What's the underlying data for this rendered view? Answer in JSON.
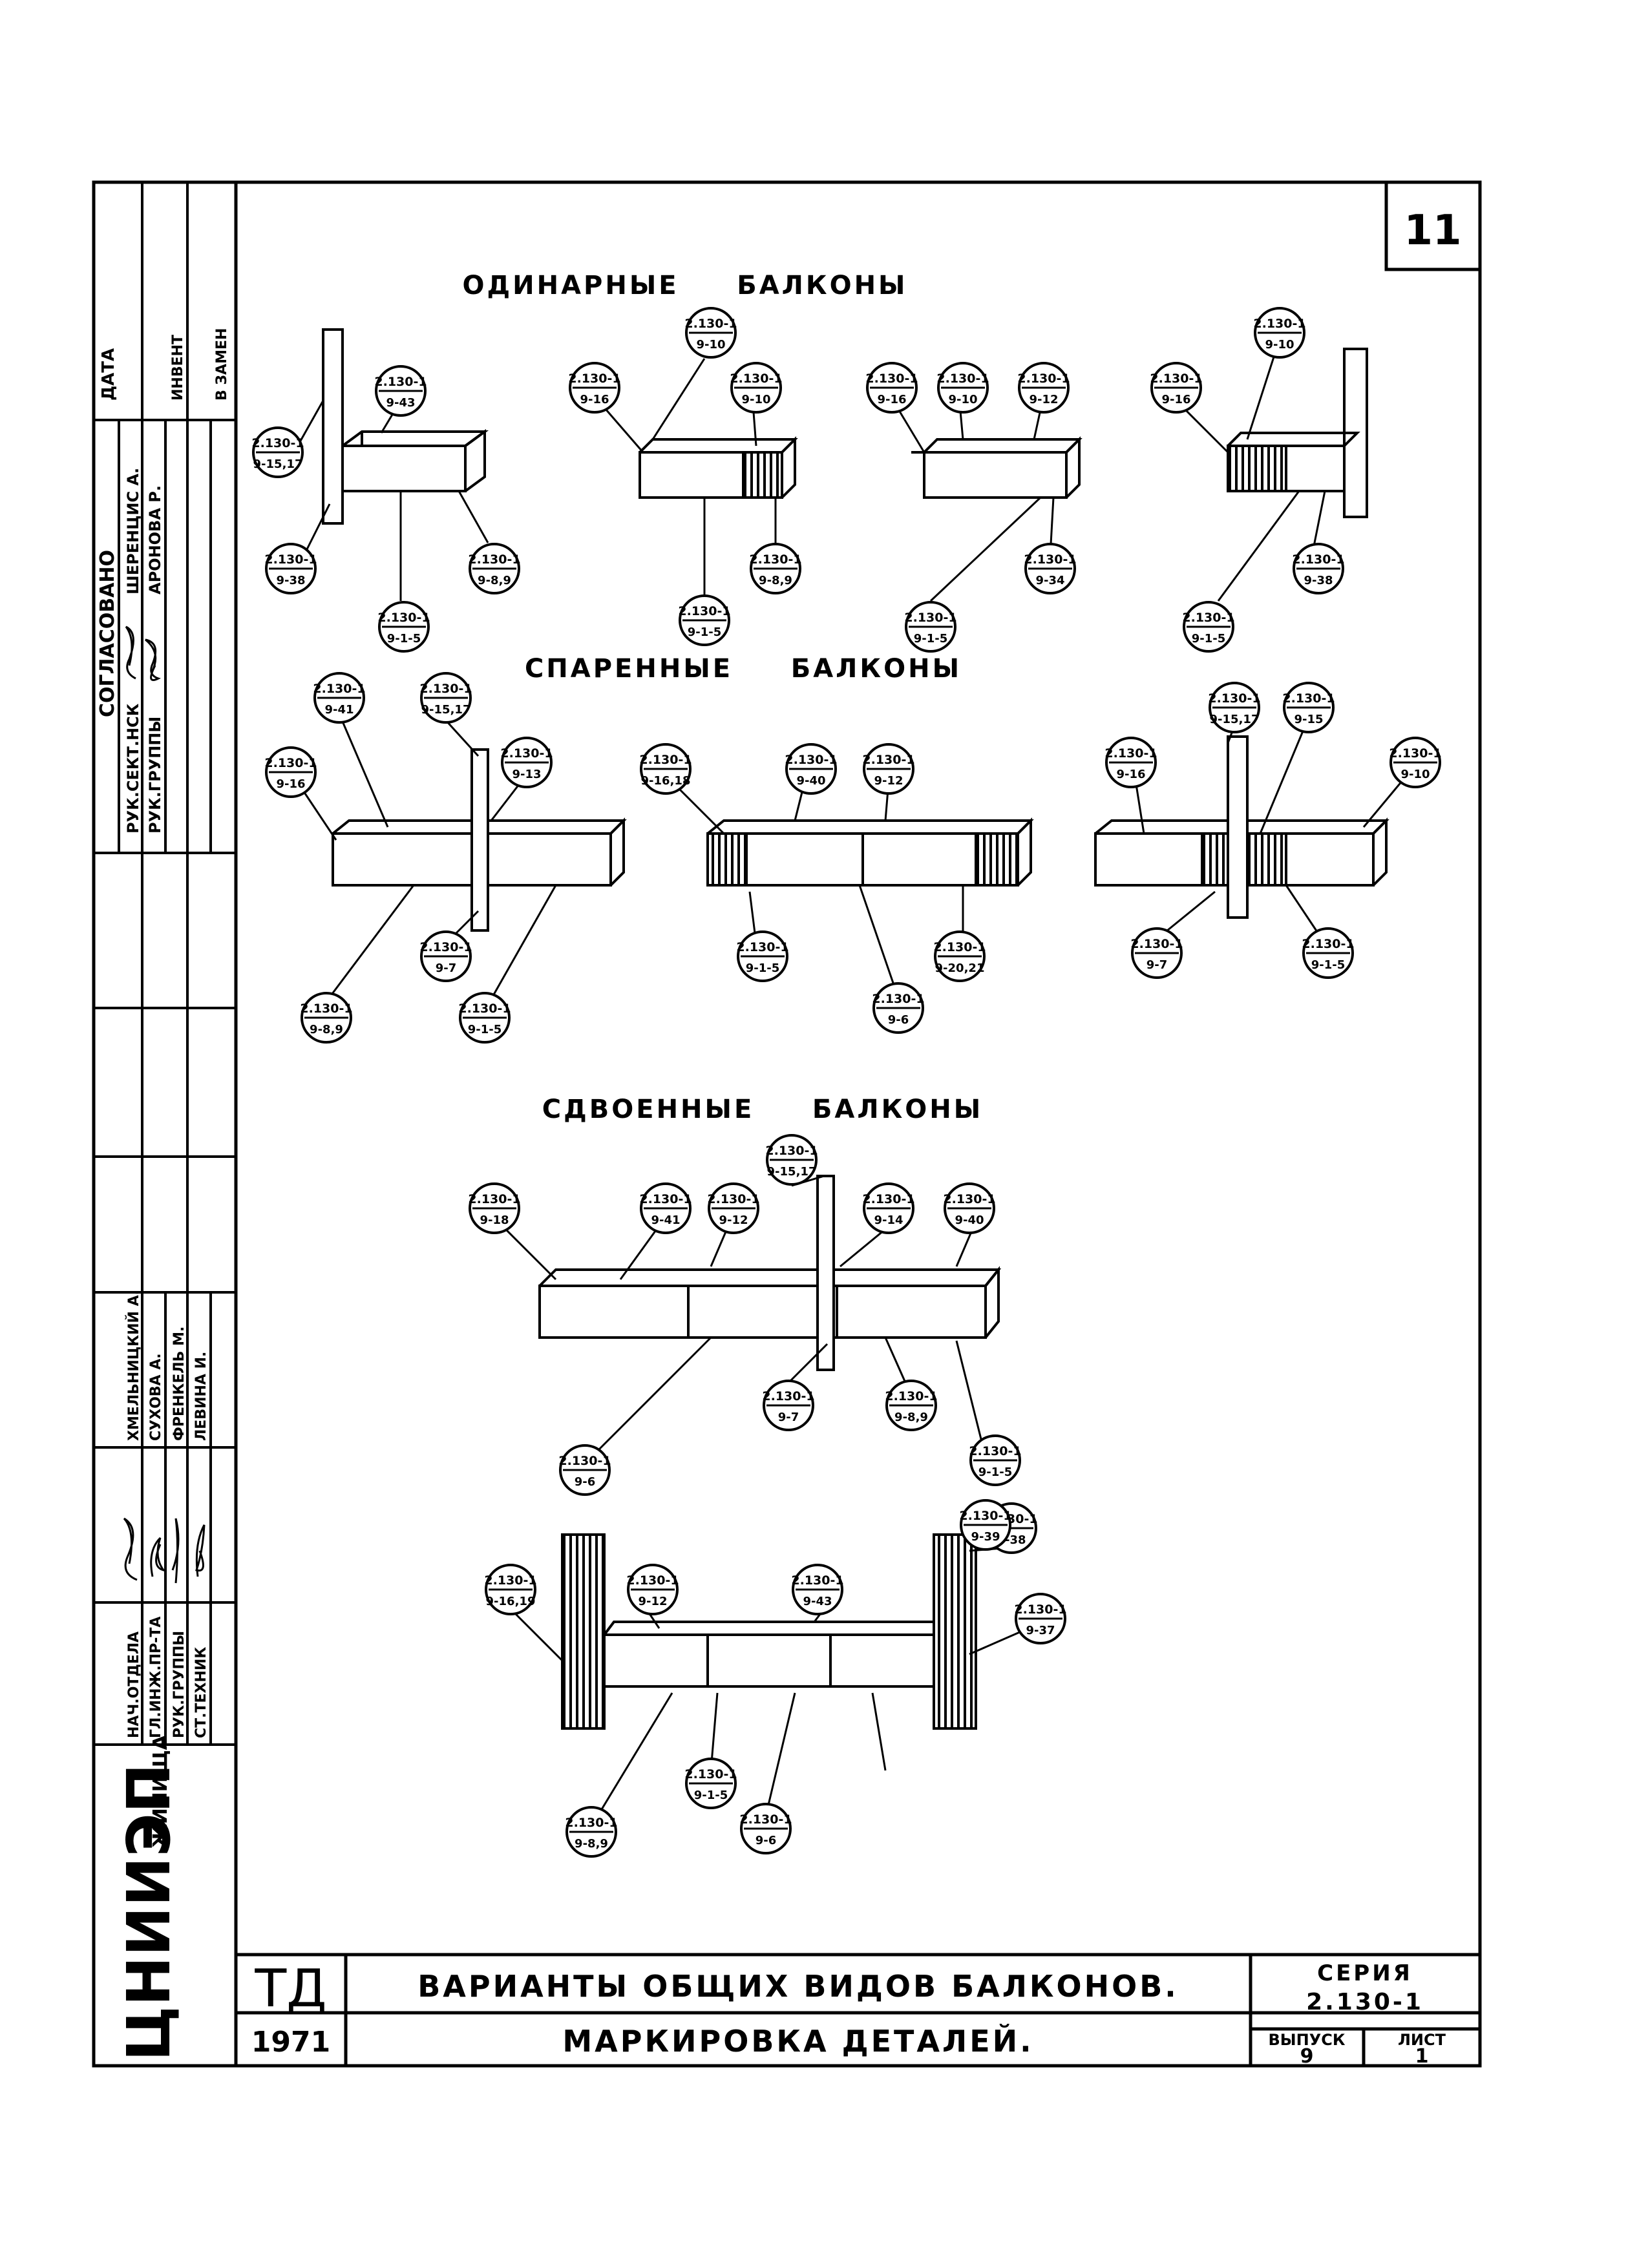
{
  "sheet_number": "11",
  "sections": {
    "single": "ОДИНАРНЫЕ     БАЛКОНЫ",
    "paired": "СПАРЕННЫЕ     БАЛКОНЫ",
    "double": "СДВОЕННЫЕ     БАЛКОНЫ"
  },
  "side_stamp": {
    "agreed_header": "СОГЛАСОВАНО",
    "date_header": "ДАТА",
    "rows_top": [
      {
        "role": "РУК.СЕКТ.НСК",
        "name": "ШЕРЕНЦИС А."
      },
      {
        "role": "РУК.ГРУППЫ",
        "name": "АРОНОВА Р."
      }
    ],
    "invent": "ИНВЕНТ",
    "replacement": "В ЗАМЕН",
    "rows_bottom": [
      {
        "role": "НАЧ.ОТДЕЛА",
        "name": "ХМЕЛЬНИЦКИЙ А."
      },
      {
        "role": "ГЛ.ИНЖ.ПР-ТА",
        "name": "СУХОВА А."
      },
      {
        "role": "РУК.ГРУППЫ",
        "name": "ФРЕНКЕЛЬ М."
      },
      {
        "role": "СТ.ТЕХНИК",
        "name": "ЛЕВИНА И."
      }
    ],
    "org_main": "ЦНИИЭП",
    "org_sub": "ЖИЛИЩА"
  },
  "title_block": {
    "code": "ТД",
    "year": "1971",
    "title_line1": "ВАРИАНТЫ ОБЩИХ ВИДОВ БАЛКОНОВ.",
    "title_line2": "МАРКИРОВКА ДЕТАЛЕЙ.",
    "series_label": "СЕРИЯ",
    "series_value": "2.130-1",
    "issue_label": "ВЫПУСК",
    "issue_value": "9",
    "sheet_label": "ЛИСТ",
    "sheet_value": "1"
  },
  "tags": [
    {
      "id": "t01",
      "top": "2.130-1",
      "bottom": "9-15,17"
    },
    {
      "id": "t02",
      "top": "2.130-1",
      "bottom": "9-43"
    },
    {
      "id": "t03",
      "top": "2.130-1",
      "bottom": "9-38"
    },
    {
      "id": "t04",
      "top": "2.130-1",
      "bottom": "9-1-5"
    },
    {
      "id": "t05",
      "top": "2.130-1",
      "bottom": "9-8,9"
    },
    {
      "id": "t06",
      "top": "2.130-1",
      "bottom": "9-16"
    },
    {
      "id": "t07",
      "top": "2.130-1",
      "bottom": "9-10"
    },
    {
      "id": "t08",
      "top": "2.130-1",
      "bottom": "9-10"
    },
    {
      "id": "t09",
      "top": "2.130-1",
      "bottom": "9-1-5"
    },
    {
      "id": "t10",
      "top": "2.130-1",
      "bottom": "9-8,9"
    },
    {
      "id": "t11",
      "top": "2.130-1",
      "bottom": "9-16"
    },
    {
      "id": "t12",
      "top": "2.130-1",
      "bottom": "9-10"
    },
    {
      "id": "t13",
      "top": "2.130-1",
      "bottom": "9-12"
    },
    {
      "id": "t14",
      "top": "2.130-1",
      "bottom": "9-1-5"
    },
    {
      "id": "t15",
      "top": "2.130-1",
      "bottom": "9-34"
    },
    {
      "id": "t16",
      "top": "2.130-1",
      "bottom": "9-10"
    },
    {
      "id": "t17",
      "top": "2.130-1",
      "bottom": "9-16"
    },
    {
      "id": "t18",
      "top": "2.130-1",
      "bottom": "9-1-5"
    },
    {
      "id": "t19",
      "top": "2.130-1",
      "bottom": "9-38"
    },
    {
      "id": "t20",
      "top": "2.130-1",
      "bottom": "9-41"
    },
    {
      "id": "t21",
      "top": "2.130-1",
      "bottom": "9-15,17"
    },
    {
      "id": "t22",
      "top": "2.130-1",
      "bottom": "9-16"
    },
    {
      "id": "t23",
      "top": "2.130-1",
      "bottom": "9-13"
    },
    {
      "id": "t24",
      "top": "2.130-1",
      "bottom": "9-7"
    },
    {
      "id": "t25",
      "top": "2.130-1",
      "bottom": "9-8,9"
    },
    {
      "id": "t26",
      "top": "2.130-1",
      "bottom": "9-1-5"
    },
    {
      "id": "t27",
      "top": "2.130-1",
      "bottom": "9-16,18"
    },
    {
      "id": "t28",
      "top": "2.130-1",
      "bottom": "9-40"
    },
    {
      "id": "t29",
      "top": "2.130-1",
      "bottom": "9-12"
    },
    {
      "id": "t30",
      "top": "2.130-1",
      "bottom": "9-1-5"
    },
    {
      "id": "t31",
      "top": "2.130-1",
      "bottom": "9-20,21"
    },
    {
      "id": "t32",
      "top": "2.130-1",
      "bottom": "9-6"
    },
    {
      "id": "t33",
      "top": "2.130-1",
      "bottom": "9-15,17"
    },
    {
      "id": "t34",
      "top": "2.130-1",
      "bottom": "9-15"
    },
    {
      "id": "t35",
      "top": "2.130-1",
      "bottom": "9-16"
    },
    {
      "id": "t36",
      "top": "2.130-1",
      "bottom": "9-10"
    },
    {
      "id": "t37",
      "top": "2.130-1",
      "bottom": "9-7"
    },
    {
      "id": "t38",
      "top": "2.130-1",
      "bottom": "9-1-5"
    },
    {
      "id": "t39",
      "top": "2.130-1",
      "bottom": "9-15,17"
    },
    {
      "id": "t40",
      "top": "2.130-1",
      "bottom": "9-18"
    },
    {
      "id": "t41",
      "top": "2.130-1",
      "bottom": "9-41"
    },
    {
      "id": "t42",
      "top": "2.130-1",
      "bottom": "9-12"
    },
    {
      "id": "t43",
      "top": "2.130-1",
      "bottom": "9-14"
    },
    {
      "id": "t44",
      "top": "2.130-1",
      "bottom": "9-40"
    },
    {
      "id": "t45",
      "top": "2.130-1",
      "bottom": "9-7"
    },
    {
      "id": "t46",
      "top": "2.130-1",
      "bottom": "9-8,9"
    },
    {
      "id": "t47",
      "top": "2.130-1",
      "bottom": "9-1-5"
    },
    {
      "id": "t48",
      "top": "2.130-1",
      "bottom": "9-6"
    },
    {
      "id": "t49",
      "top": "2.130-1",
      "bottom": "9-16,19"
    },
    {
      "id": "t50",
      "top": "2.130-1",
      "bottom": "9-12"
    },
    {
      "id": "t51",
      "top": "2.130-1",
      "bottom": "9-43"
    },
    {
      "id": "t52",
      "top": "2.130-1",
      "bottom": "9-38"
    },
    {
      "id": "t53",
      "top": "2.130-1",
      "bottom": "9-37"
    },
    {
      "id": "t54",
      "top": "2.130-1",
      "bottom": "9-1-5"
    },
    {
      "id": "t55",
      "top": "2.130-1",
      "bottom": "9-39"
    },
    {
      "id": "t56",
      "top": "2.130-1",
      "bottom": "9-8,9"
    },
    {
      "id": "t57",
      "top": "2.130-1",
      "bottom": "9-6"
    }
  ]
}
